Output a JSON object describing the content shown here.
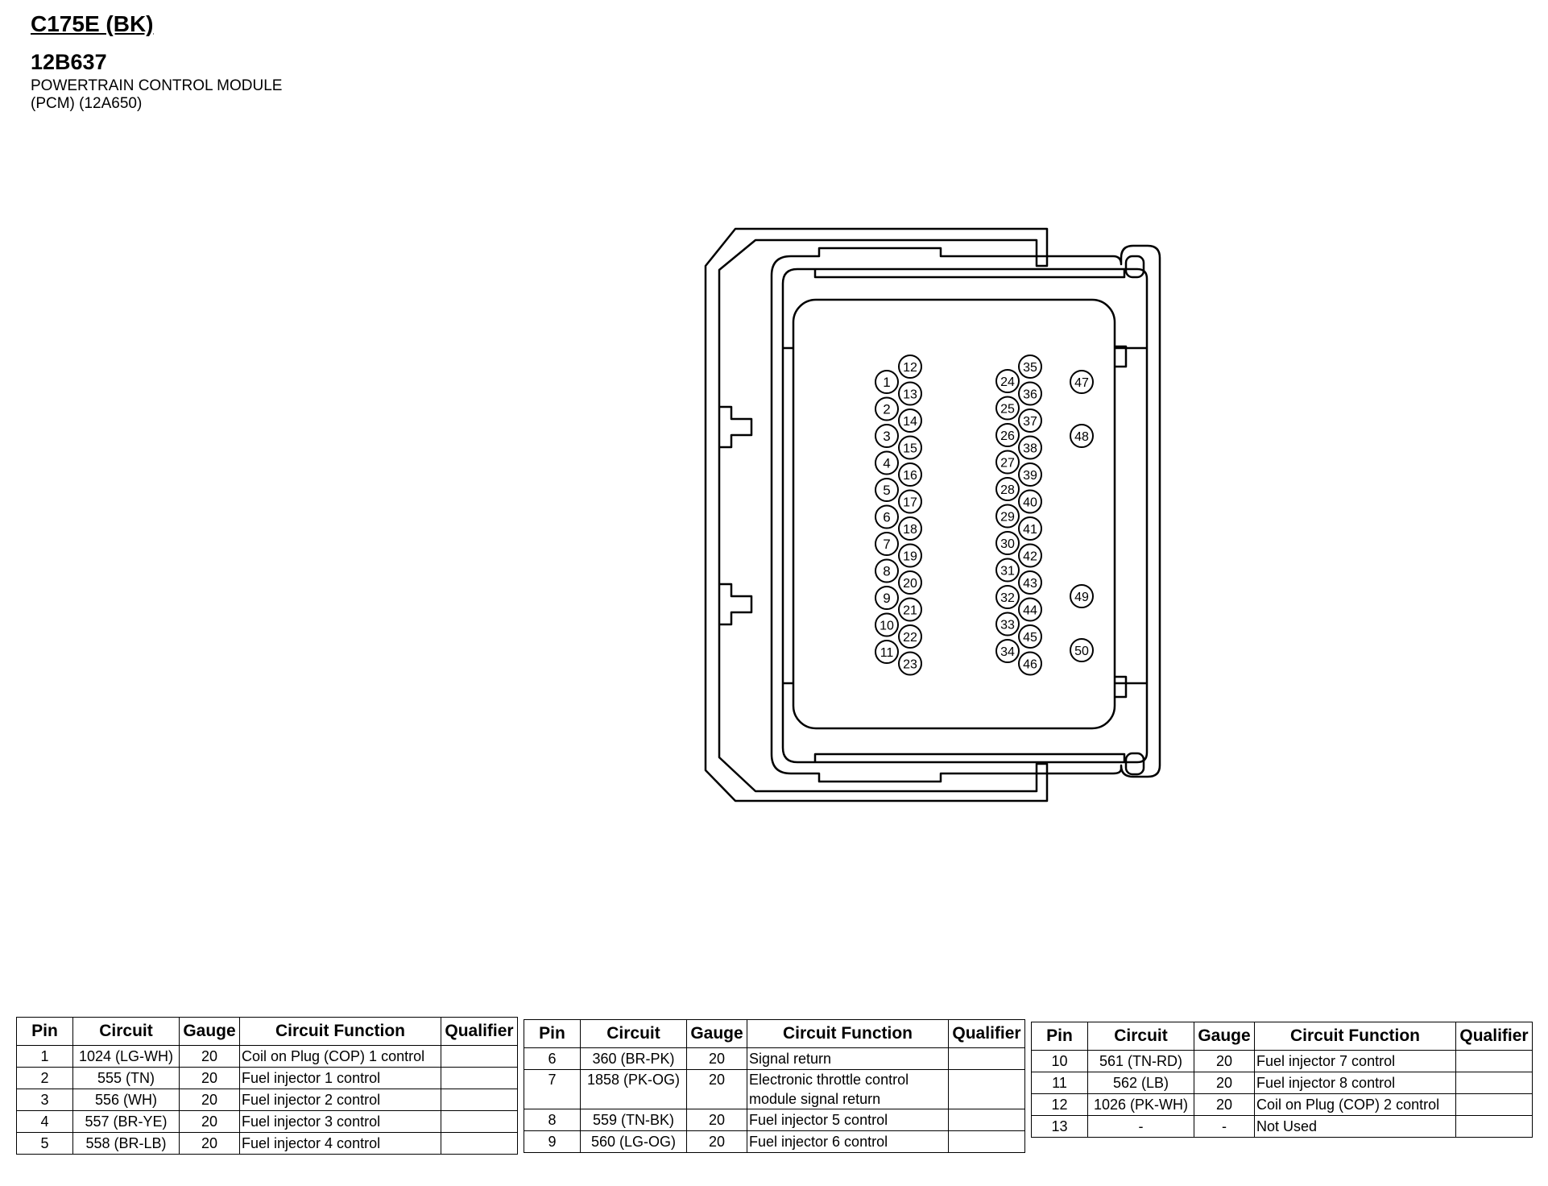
{
  "header": {
    "connector_id": "C175E (BK)",
    "part_number": "12B637",
    "description_line1": "POWERTRAIN CONTROL MODULE",
    "description_line2": "(PCM) (12A650)"
  },
  "connector": {
    "pin_labels": [
      "1",
      "2",
      "3",
      "4",
      "5",
      "6",
      "7",
      "8",
      "9",
      "10",
      "11",
      "12",
      "13",
      "14",
      "15",
      "16",
      "17",
      "18",
      "19",
      "20",
      "21",
      "22",
      "23",
      "24",
      "25",
      "26",
      "27",
      "28",
      "29",
      "30",
      "31",
      "32",
      "33",
      "34",
      "35",
      "36",
      "37",
      "38",
      "39",
      "40",
      "41",
      "42",
      "43",
      "44",
      "45",
      "46",
      "47",
      "48",
      "49",
      "50"
    ]
  },
  "tables": [
    {
      "headers": [
        "Pin",
        "Circuit",
        "Gauge",
        "Circuit Function",
        "Qualifier"
      ],
      "rows": [
        {
          "pin": "1",
          "circuit": "1024 (LG-WH)",
          "gauge": "20",
          "function": "Coil on Plug (COP) 1 control",
          "qualifier": ""
        },
        {
          "pin": "2",
          "circuit": "555 (TN)",
          "gauge": "20",
          "function": "Fuel injector 1 control",
          "qualifier": ""
        },
        {
          "pin": "3",
          "circuit": "556 (WH)",
          "gauge": "20",
          "function": "Fuel injector 2 control",
          "qualifier": ""
        },
        {
          "pin": "4",
          "circuit": "557 (BR-YE)",
          "gauge": "20",
          "function": "Fuel injector 3 control",
          "qualifier": ""
        },
        {
          "pin": "5",
          "circuit": "558 (BR-LB)",
          "gauge": "20",
          "function": "Fuel injector 4 control",
          "qualifier": ""
        }
      ]
    },
    {
      "headers": [
        "Pin",
        "Circuit",
        "Gauge",
        "Circuit Function",
        "Qualifier"
      ],
      "rows": [
        {
          "pin": "6",
          "circuit": "360 (BR-PK)",
          "gauge": "20",
          "function": "Signal return",
          "qualifier": ""
        },
        {
          "pin": "7",
          "circuit": "1858 (PK-OG)",
          "gauge": "20",
          "function": "Electronic throttle control module signal return",
          "qualifier": ""
        },
        {
          "pin": "8",
          "circuit": "559 (TN-BK)",
          "gauge": "20",
          "function": "Fuel injector 5 control",
          "qualifier": ""
        },
        {
          "pin": "9",
          "circuit": "560 (LG-OG)",
          "gauge": "20",
          "function": "Fuel injector 6 control",
          "qualifier": ""
        }
      ]
    },
    {
      "headers": [
        "Pin",
        "Circuit",
        "Gauge",
        "Circuit Function",
        "Qualifier"
      ],
      "rows": [
        {
          "pin": "10",
          "circuit": "561 (TN-RD)",
          "gauge": "20",
          "function": "Fuel injector 7 control",
          "qualifier": ""
        },
        {
          "pin": "11",
          "circuit": "562 (LB)",
          "gauge": "20",
          "function": "Fuel injector 8 control",
          "qualifier": ""
        },
        {
          "pin": "12",
          "circuit": "1026 (PK-WH)",
          "gauge": "20",
          "function": "Coil on Plug (COP) 2 control",
          "qualifier": ""
        },
        {
          "pin": "13",
          "circuit": "-",
          "gauge": "-",
          "function": "Not Used",
          "qualifier": ""
        }
      ]
    }
  ]
}
